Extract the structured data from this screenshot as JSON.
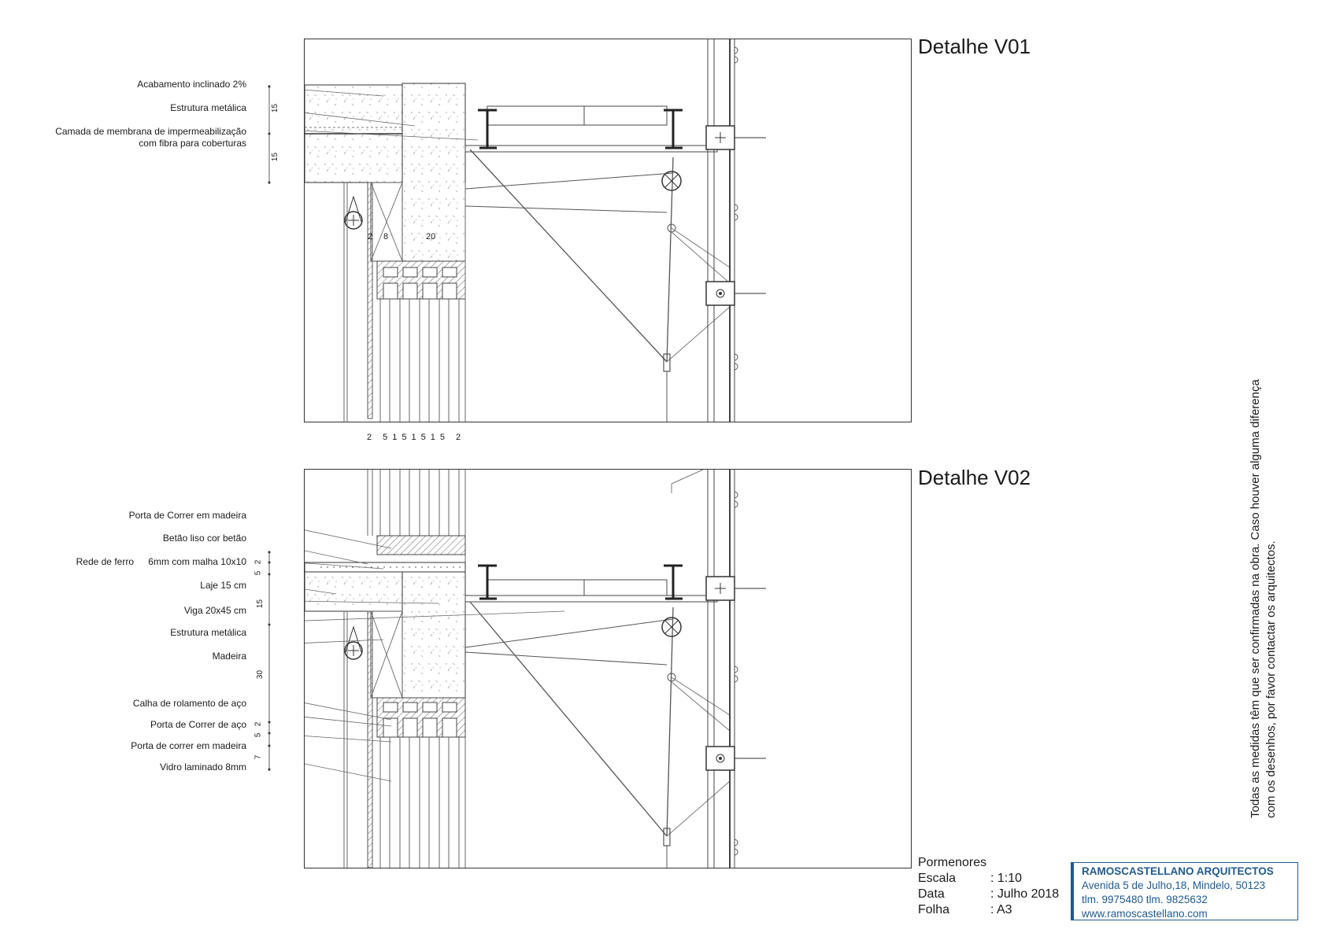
{
  "titles": {
    "detail1": "Detalhe V01",
    "detail2": "Detalhe V02"
  },
  "detail1": {
    "labels": [
      "Acabamento inclinado 2%",
      "Estrutura metálica",
      "Camada de membrana de impermeabilização",
      "com fibra para coberturas"
    ],
    "vertical_dims": [
      "15",
      "15"
    ],
    "horizontal_dims_top": [
      "2",
      "8",
      "20"
    ],
    "bottom_dims": [
      "2",
      "5",
      "1",
      "5",
      "1",
      "5",
      "1",
      "5",
      "2"
    ]
  },
  "detail2": {
    "labels": [
      "Porta de Correr em madeira",
      "Betão liso cor betão",
      "Rede de ferro",
      "6mm com malha 10x10",
      "Laje 15 cm",
      "Viga 20x45 cm",
      "Estrutura metálica",
      "Madeira",
      "Calha de rolamento de aço",
      "Porta de Correr de aço",
      "Porta de correr em madeira",
      "Vidro laminado 8mm"
    ],
    "vertical_dims": [
      "2",
      "5",
      "15",
      "30",
      "2",
      "5",
      "7"
    ]
  },
  "side_note": "Todas as medidas têm que ser confirmadas na obra. Caso houver alguma diferença com os desenhos, por favor contactar os arquitectos.",
  "title_block": {
    "heading": "Pormenores",
    "rows": [
      {
        "key": "Escala",
        "value": ": 1:10"
      },
      {
        "key": "Data",
        "value": ": Julho 2018"
      },
      {
        "key": "Folha",
        "value": ": A3"
      }
    ]
  },
  "firm": {
    "name": "RAMOSCASTELLANO ARQUITECTOS",
    "address": "Avenida 5 de Julho,18, Mindelo, 50123",
    "phones": "tlm. 9975480 tlm. 9825632",
    "website": "www.ramoscastellano.com",
    "color": "#1f5a8f"
  }
}
